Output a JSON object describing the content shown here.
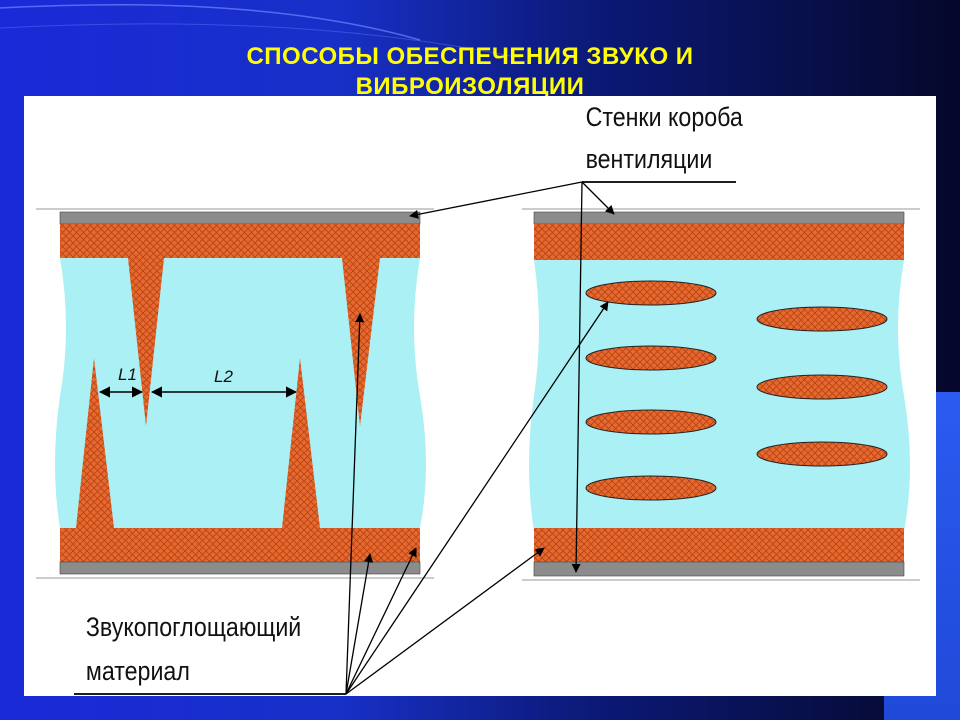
{
  "slide": {
    "title": "СПОСОБЫ ОБЕСПЕЧЕНИЯ ЗВУКО И ВИБРОИЗОЛЯЦИИ"
  },
  "diagram": {
    "labels": {
      "duct_walls_line1": "Стенки короба",
      "duct_walls_line2": "вентиляции",
      "absorber_line1": "Звукопоглощающий",
      "absorber_line2": "материал",
      "l1": "L1",
      "l2": "L2"
    },
    "colors": {
      "air": "#aaf0f4",
      "absorber": "#e76a2c",
      "wall": "#8c8c8c",
      "title": "#ffff00"
    }
  }
}
